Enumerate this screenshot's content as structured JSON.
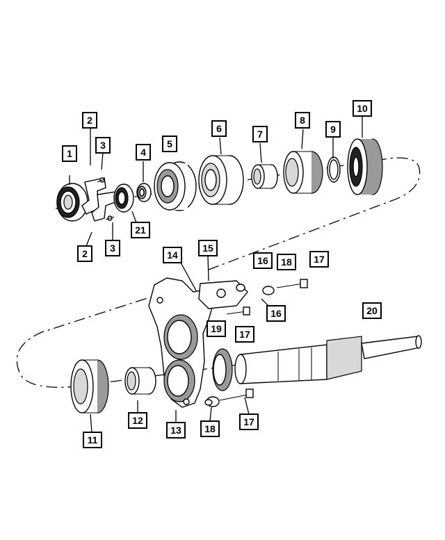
{
  "callouts": [
    {
      "id": "c1",
      "label": "1"
    },
    {
      "id": "c2a",
      "label": "2"
    },
    {
      "id": "c2b",
      "label": "2"
    },
    {
      "id": "c3a",
      "label": "3"
    },
    {
      "id": "c3b",
      "label": "3"
    },
    {
      "id": "c4",
      "label": "4"
    },
    {
      "id": "c5",
      "label": "5"
    },
    {
      "id": "c6",
      "label": "6"
    },
    {
      "id": "c7",
      "label": "7"
    },
    {
      "id": "c8",
      "label": "8"
    },
    {
      "id": "c9",
      "label": "9"
    },
    {
      "id": "c10",
      "label": "10"
    },
    {
      "id": "c11",
      "label": "11"
    },
    {
      "id": "c12",
      "label": "12"
    },
    {
      "id": "c13",
      "label": "13"
    },
    {
      "id": "c14",
      "label": "14"
    },
    {
      "id": "c15",
      "label": "15"
    },
    {
      "id": "c16a",
      "label": "16"
    },
    {
      "id": "c16b",
      "label": "16"
    },
    {
      "id": "c17a",
      "label": "17"
    },
    {
      "id": "c17b",
      "label": "17"
    },
    {
      "id": "c17c",
      "label": "17"
    },
    {
      "id": "c18a",
      "label": "18"
    },
    {
      "id": "c18b",
      "label": "18"
    },
    {
      "id": "c19",
      "label": "19"
    },
    {
      "id": "c20",
      "label": "20"
    },
    {
      "id": "c21",
      "label": "21"
    }
  ]
}
